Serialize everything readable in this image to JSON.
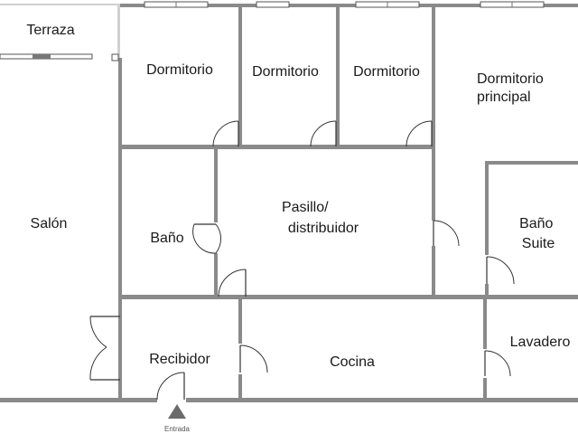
{
  "rooms": {
    "terraza": "Terraza",
    "dormitorio_1": "Dormitorio",
    "dormitorio_2": "Dormitorio",
    "dormitorio_3": "Dormitorio",
    "dormitorio_principal": [
      "Dormitorio",
      "principal"
    ],
    "salon": "Salón",
    "bano": "Baño",
    "pasillo": [
      "Pasillo/",
      "distribuidor"
    ],
    "bano_suite": [
      "Baño",
      "Suite"
    ],
    "recibidor": "Recibidor",
    "cocina": "Cocina",
    "lavadero": "Lavadero"
  },
  "entrance": {
    "label": "Entrada"
  }
}
